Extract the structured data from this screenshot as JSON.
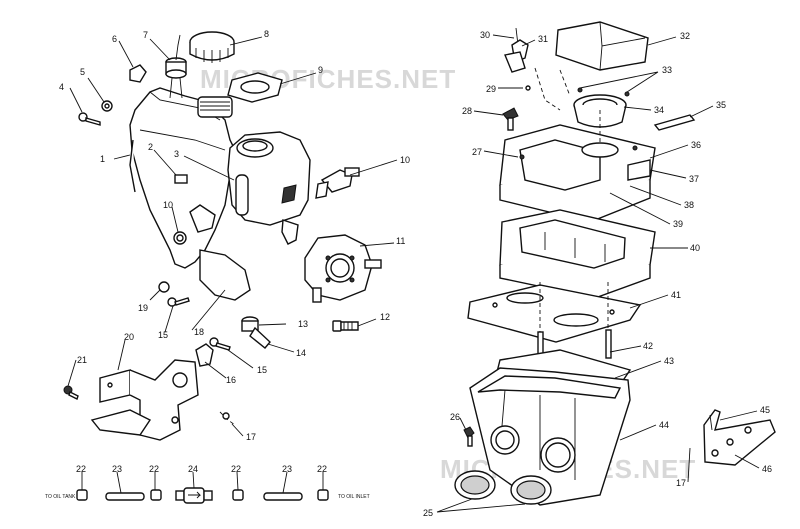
{
  "watermark": "MICROFICHES.NET",
  "notes": {
    "to_oil_tank": "TO OIL TANK",
    "to_oil_inlet": "TO OIL INLET"
  },
  "callouts": [
    {
      "id": "1",
      "text": "1"
    },
    {
      "id": "2",
      "text": "2"
    },
    {
      "id": "3",
      "text": "3"
    },
    {
      "id": "4",
      "text": "4"
    },
    {
      "id": "5",
      "text": "5"
    },
    {
      "id": "6",
      "text": "6"
    },
    {
      "id": "7",
      "text": "7"
    },
    {
      "id": "8",
      "text": "8"
    },
    {
      "id": "9",
      "text": "9"
    },
    {
      "id": "10a",
      "text": "10"
    },
    {
      "id": "10b",
      "text": "10"
    },
    {
      "id": "11",
      "text": "11"
    },
    {
      "id": "12",
      "text": "12"
    },
    {
      "id": "13",
      "text": "13"
    },
    {
      "id": "14",
      "text": "14"
    },
    {
      "id": "15a",
      "text": "15"
    },
    {
      "id": "15b",
      "text": "15"
    },
    {
      "id": "16",
      "text": "16"
    },
    {
      "id": "17a",
      "text": "17"
    },
    {
      "id": "17b",
      "text": "17"
    },
    {
      "id": "18",
      "text": "18"
    },
    {
      "id": "19",
      "text": "19"
    },
    {
      "id": "20",
      "text": "20"
    },
    {
      "id": "21",
      "text": "21"
    },
    {
      "id": "22a",
      "text": "22"
    },
    {
      "id": "22b",
      "text": "22"
    },
    {
      "id": "22c",
      "text": "22"
    },
    {
      "id": "22d",
      "text": "22"
    },
    {
      "id": "23a",
      "text": "23"
    },
    {
      "id": "23b",
      "text": "23"
    },
    {
      "id": "24",
      "text": "24"
    },
    {
      "id": "25",
      "text": "25"
    },
    {
      "id": "26",
      "text": "26"
    },
    {
      "id": "27",
      "text": "27"
    },
    {
      "id": "28",
      "text": "28"
    },
    {
      "id": "29",
      "text": "29"
    },
    {
      "id": "30",
      "text": "30"
    },
    {
      "id": "31",
      "text": "31"
    },
    {
      "id": "32",
      "text": "32"
    },
    {
      "id": "33",
      "text": "33"
    },
    {
      "id": "34",
      "text": "34"
    },
    {
      "id": "35",
      "text": "35"
    },
    {
      "id": "36",
      "text": "36"
    },
    {
      "id": "37",
      "text": "37"
    },
    {
      "id": "38",
      "text": "38"
    },
    {
      "id": "39",
      "text": "39"
    },
    {
      "id": "40",
      "text": "40"
    },
    {
      "id": "41",
      "text": "41"
    },
    {
      "id": "42",
      "text": "42"
    },
    {
      "id": "43",
      "text": "43"
    },
    {
      "id": "44",
      "text": "44"
    },
    {
      "id": "45",
      "text": "45"
    },
    {
      "id": "46",
      "text": "46"
    }
  ]
}
